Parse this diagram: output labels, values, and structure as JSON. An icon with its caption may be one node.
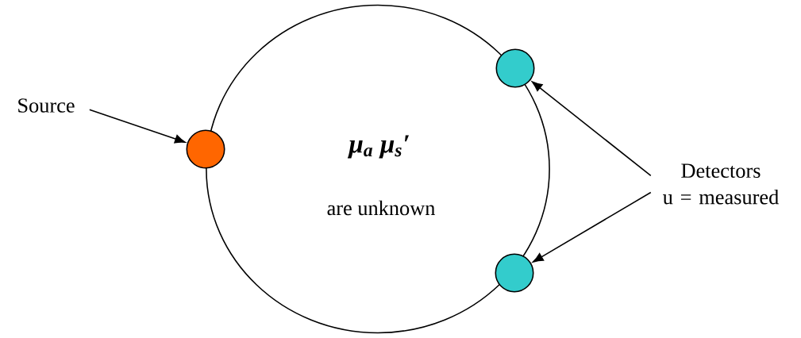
{
  "diagram": {
    "nodes": [
      {
        "text": [
          "μ$_{a}$ μ$_{s}$′",
          "are unknown"
        ]
      },
      {
        "text": [],
        "shape": "circle"
      },
      {
        "text": [],
        "shape": "circle"
      },
      {
        "text": [],
        "shape": "circle"
      },
      {
        "text": [
          "Source"
        ]
      },
      {
        "text": [
          "Detectors",
          "u = measured"
        ]
      }
    ],
    "edges": [
      {
        "from": 4,
        "to": 1,
        "arrow": "to"
      },
      {
        "from": 5,
        "to": 2,
        "arrow": "to"
      },
      {
        "from": 5,
        "to": 3,
        "arrow": "to"
      }
    ]
  }
}
